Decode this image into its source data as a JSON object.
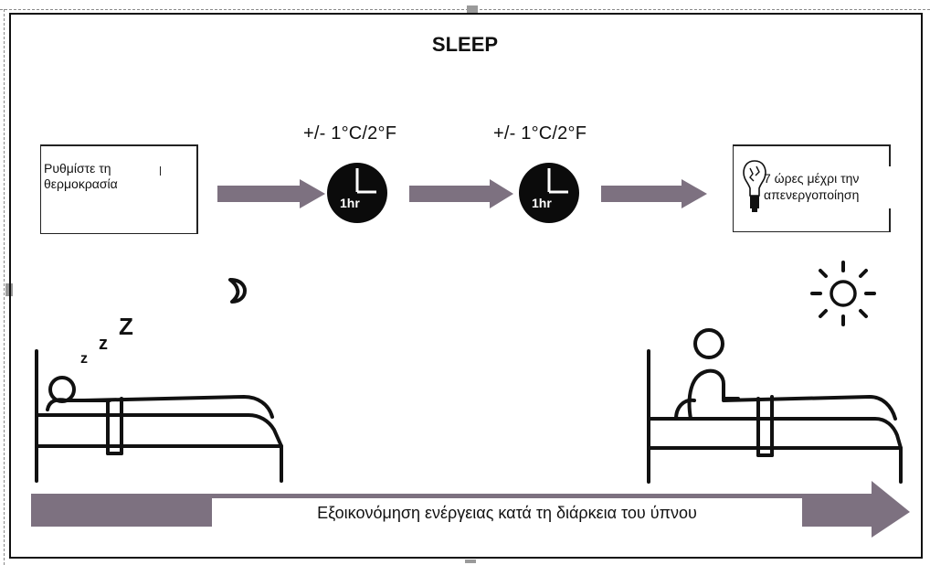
{
  "title": "SLEEP",
  "set_temperature_text": "Ρυθμίστε τη\nθερμοκρασία",
  "step1_label": "+/- 1°C/2°F",
  "step2_label": "+/- 1°C/2°F",
  "clock1_label": "1hr",
  "clock2_label": "1hr",
  "shutdown_text": "7 ώρες μέχρι την\nαπενεργοποίηση",
  "bottom_bar_text": "Εξοικονόμηση ενέργειας κατά τη διάρκεια του ύπνου",
  "zzz": [
    "z",
    "z",
    "Z"
  ],
  "colors": {
    "arrow": "#7d7180",
    "bar": "#7d7180",
    "ink": "#111111"
  }
}
